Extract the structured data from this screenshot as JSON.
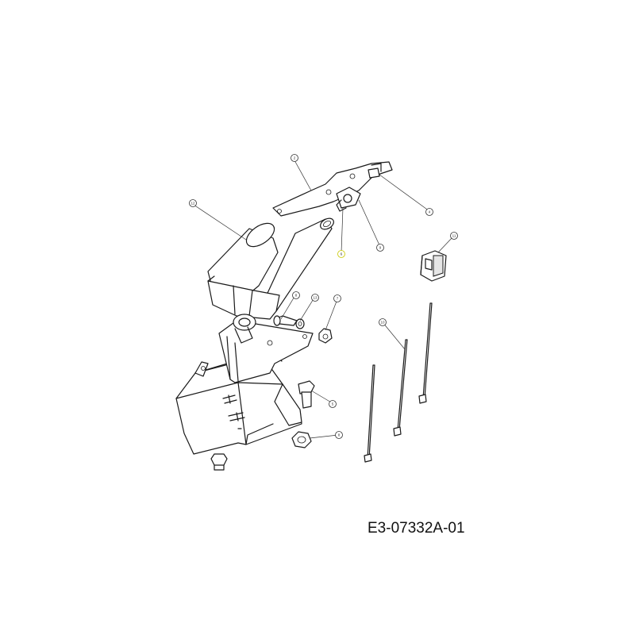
{
  "drawing": {
    "code": "E3-07332A-01"
  },
  "callouts": [
    {
      "id": "c1",
      "label": "2"
    },
    {
      "id": "c2",
      "label": "4"
    },
    {
      "id": "c3",
      "label": "9"
    },
    {
      "id": "c4",
      "label": "6"
    },
    {
      "id": "c5",
      "label": "12"
    },
    {
      "id": "c6",
      "label": "11"
    },
    {
      "id": "c7",
      "label": "8"
    },
    {
      "id": "c8",
      "label": "13"
    },
    {
      "id": "c9",
      "label": "7"
    },
    {
      "id": "c10",
      "label": "10"
    },
    {
      "id": "c11",
      "label": "5"
    },
    {
      "id": "c12",
      "label": "8"
    }
  ],
  "colors": {
    "line": "#1a1a1a",
    "highlight_callout": "#c8c800"
  }
}
